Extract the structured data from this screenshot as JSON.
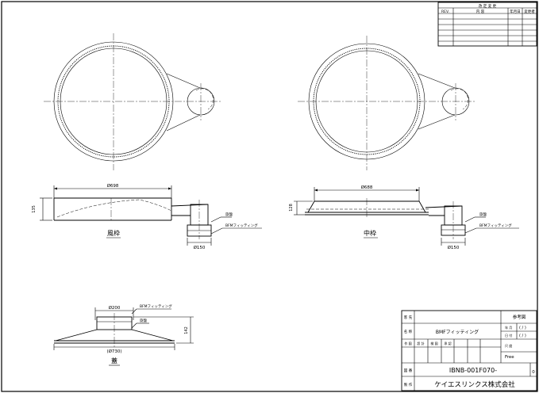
{
  "revision_table": {
    "header": "改 定 変 更",
    "col_rev": "REV.",
    "col_content": "内 容",
    "col_date": "年月日",
    "col_person": "変更者"
  },
  "views": {
    "outer_frame": {
      "name": "風枠",
      "dim_diameter": "Ø698",
      "dim_height": "135",
      "dim_outlet": "Ø150",
      "label_packing": "旋盤",
      "label_fitting": "BFMフィッティング"
    },
    "middle_frame": {
      "name": "中枠",
      "dim_diameter": "Ø688",
      "dim_height": "128",
      "dim_outlet": "Ø150",
      "label_packing": "旋盤",
      "label_fitting": "BFMフィッティング"
    },
    "lid": {
      "name": "蓋",
      "dim_diameter": "(Ø730)",
      "dim_height": "142",
      "dim_top": "Ø200",
      "label_fitting": "BFMフィッティング",
      "label_packing": "旋盤"
    }
  },
  "title_block": {
    "label_customer": "客 先",
    "label_ref": "参考図",
    "label_name": "名 称",
    "name_value": "BMFフィッティング",
    "label_design": "設 計",
    "label_check": "検 図",
    "label_approve": "承 認",
    "label_drawn": "作 図",
    "label_scale": "尺 度",
    "scale_value": "Free",
    "label_date_row1": "年 月",
    "label_date_row2": "日 付",
    "date_row1": "( / )",
    "date_row2": "( / )",
    "label_number": "図 番",
    "number_value": "IBNB-001F070-",
    "revision_digit": "0",
    "label_maker": "製 作",
    "maker_value": "ケイエスリンクス株式会社"
  }
}
